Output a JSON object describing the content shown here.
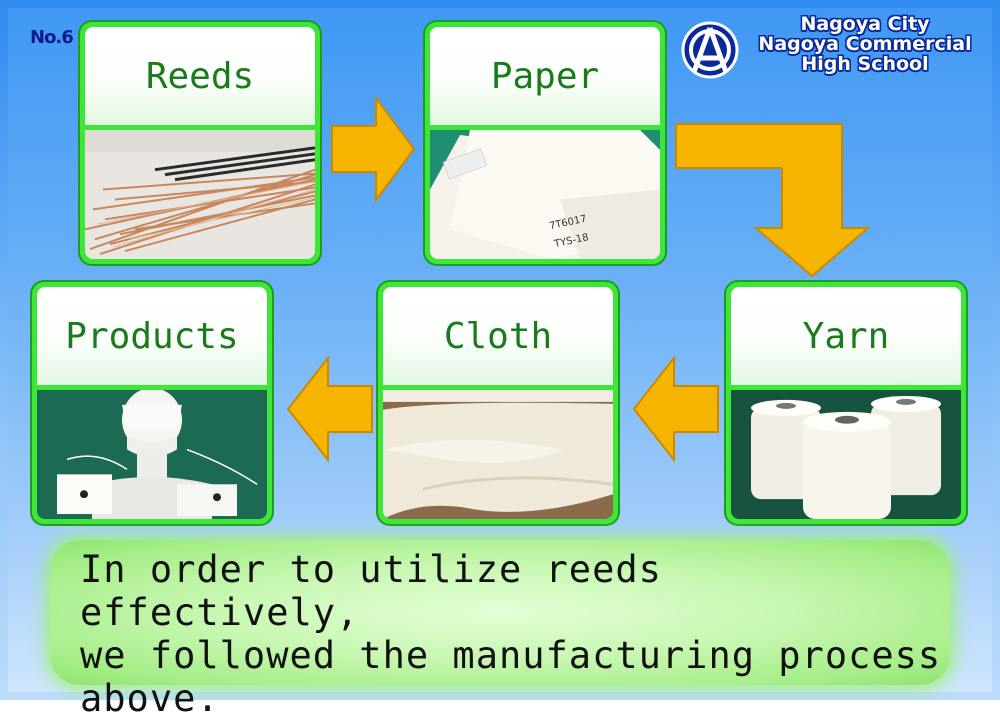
{
  "slide_number": "No.6",
  "school": {
    "line1": "Nagoya City",
    "line2": "Nagoya Commercial",
    "line3": "High School"
  },
  "steps": [
    {
      "label": "Reeds",
      "image": "reeds-photo"
    },
    {
      "label": "Paper",
      "image": "paper-photo",
      "paper_marks": [
        "7T6017",
        "TYS-18"
      ]
    },
    {
      "label": "Yarn",
      "image": "yarn-photo"
    },
    {
      "label": "Cloth",
      "image": "cloth-photo"
    },
    {
      "label": "Products",
      "image": "products-photo"
    }
  ],
  "flow_order": [
    "Reeds",
    "Paper",
    "Yarn",
    "Cloth",
    "Products"
  ],
  "caption": {
    "line1": "In order to utilize reeds effectively,",
    "line2": "we followed the manufacturing process",
    "line3": "above."
  },
  "colors": {
    "card_border": "#3ee63a",
    "label_text": "#1b7a1b",
    "arrow": "#f5b400",
    "background": "#5aa6f5"
  }
}
